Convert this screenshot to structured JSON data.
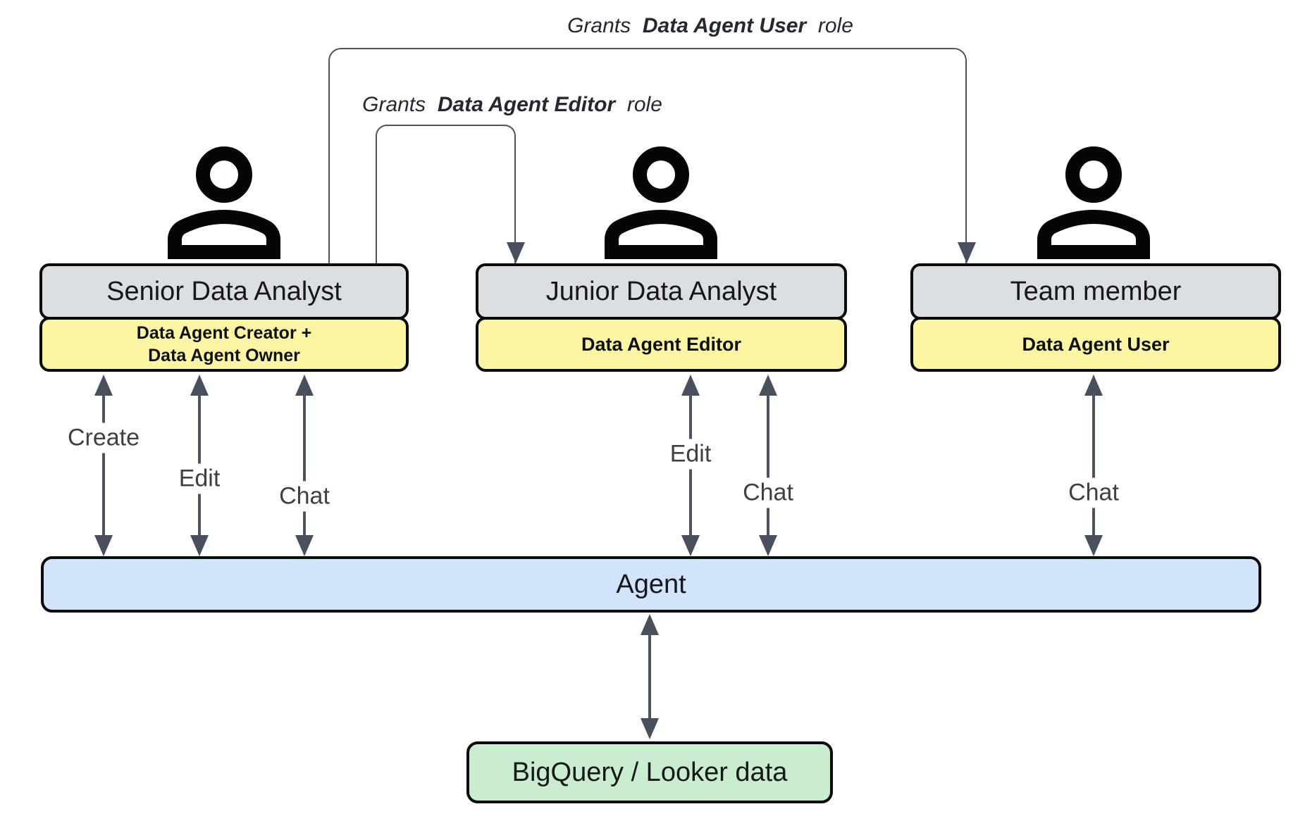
{
  "grants": {
    "user": {
      "prefix": "Grants",
      "role": "Data Agent User",
      "suffix": "role"
    },
    "editor": {
      "prefix": "Grants",
      "role": "Data Agent Editor",
      "suffix": "role"
    }
  },
  "actors": {
    "senior": {
      "title": "Senior Data Analyst",
      "role_lines": [
        "Data Agent Creator +",
        "Data Agent Owner"
      ]
    },
    "junior": {
      "title": "Junior Data Analyst",
      "role_lines": [
        "Data Agent Editor"
      ]
    },
    "team": {
      "title": "Team member",
      "role_lines": [
        "Data Agent User"
      ]
    }
  },
  "flows": {
    "senior": [
      "Create",
      "Edit",
      "Chat"
    ],
    "junior": [
      "Edit",
      "Chat"
    ],
    "team": [
      "Chat"
    ]
  },
  "agent": {
    "label": "Agent"
  },
  "datastore": {
    "label": "BigQuery / Looker data"
  },
  "icons": {
    "senior": "person-icon",
    "junior": "person-icon",
    "team": "person-icon"
  },
  "colors": {
    "box_gray": "#dbdee2",
    "box_yellow": "#fcf5a4",
    "box_blue": "#d2e3fc",
    "box_green": "#cbedcf",
    "line": "#4c545f",
    "arrow": "#47505c",
    "label_text": "#3b4147",
    "grant_text": "#242830",
    "title_text": "#151719",
    "border": "#0b0b0b"
  }
}
